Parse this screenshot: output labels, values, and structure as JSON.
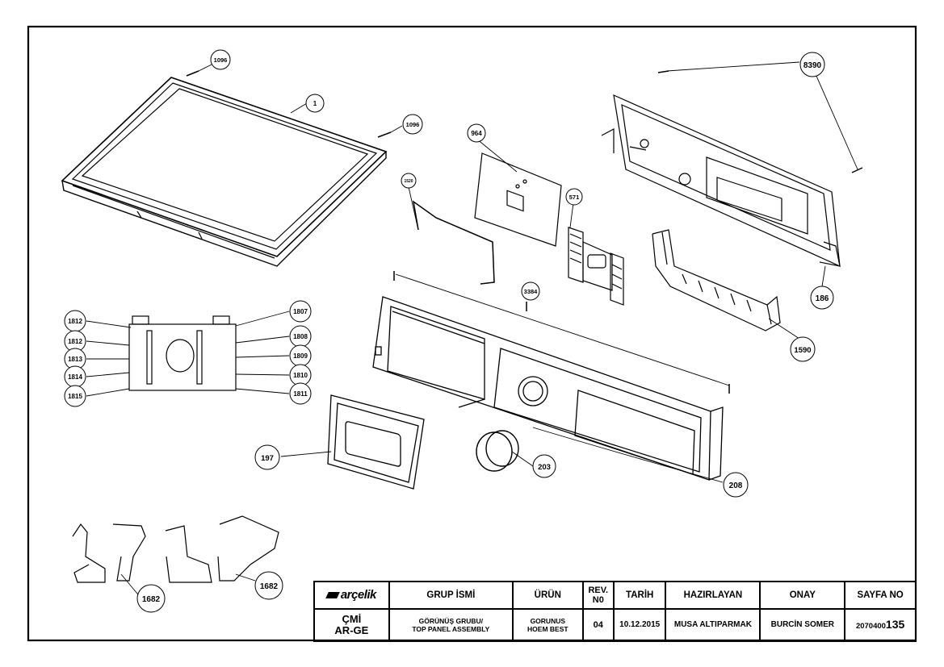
{
  "callouts": [
    {
      "id": "c1096a",
      "label": "1096"
    },
    {
      "id": "c1",
      "label": "1"
    },
    {
      "id": "c1096b",
      "label": "1096"
    },
    {
      "id": "c964",
      "label": "964"
    },
    {
      "id": "c1520",
      "label": "1520"
    },
    {
      "id": "c571",
      "label": "571"
    },
    {
      "id": "c8390",
      "label": "8390"
    },
    {
      "id": "c186",
      "label": "186"
    },
    {
      "id": "c1590",
      "label": "1590"
    },
    {
      "id": "c3384",
      "label": "3384"
    },
    {
      "id": "c1812a",
      "label": "1812"
    },
    {
      "id": "c1812b",
      "label": "1812"
    },
    {
      "id": "c1813",
      "label": "1813"
    },
    {
      "id": "c1814",
      "label": "1814"
    },
    {
      "id": "c1815",
      "label": "1815"
    },
    {
      "id": "c1807",
      "label": "1807"
    },
    {
      "id": "c1808",
      "label": "1808"
    },
    {
      "id": "c1809",
      "label": "1809"
    },
    {
      "id": "c1810",
      "label": "1810"
    },
    {
      "id": "c1811",
      "label": "1811"
    },
    {
      "id": "c197",
      "label": "197"
    },
    {
      "id": "c203",
      "label": "203"
    },
    {
      "id": "c208",
      "label": "208"
    },
    {
      "id": "c1682a",
      "label": "1682"
    },
    {
      "id": "c1682b",
      "label": "1682"
    }
  ],
  "title_block": {
    "logo": "arçelik",
    "headers": {
      "group": "GRUP İSMİ",
      "product": "ÜRÜN",
      "rev_line1": "REV.",
      "rev_line2": "N0",
      "date": "TARİH",
      "prepared": "HAZIRLAYAN",
      "approved": "ONAY",
      "page": "SAYFA NO"
    },
    "values": {
      "code_line1": "ÇMİ",
      "code_line2": "AR-GE",
      "group_line1": "GÖRÜNÜŞ GRUBU/",
      "group_line2": "TOP PANEL ASSEMBLY",
      "product_line1": "GORUNUS",
      "product_line2": "HOEM BEST",
      "rev": "04",
      "date": "10.12.2015",
      "prepared": "MUSA ALTIPARMAK",
      "approved": "BURCİN SOMER",
      "page_prefix": "2070400",
      "page_suffix": "135"
    }
  }
}
